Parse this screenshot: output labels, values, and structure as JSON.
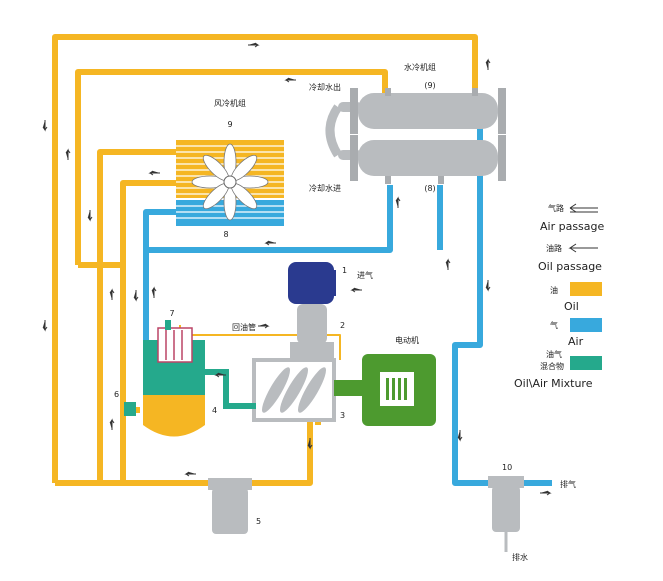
{
  "colors": {
    "oil": "#f5b623",
    "air": "#38a9dd",
    "mixture": "#25a98c",
    "motor": "#4d9a2f",
    "inlet": "#2a3a8f",
    "component": "#b9bcbf",
    "fan": "#ffffff"
  },
  "labels": {
    "water_cooler": "水冷机组",
    "water_cooler_num": "(9)",
    "cooling_water_out": "冷却水出",
    "cooling_water_in": "冷却水进",
    "water_cooler_num_b": "(8)",
    "air_cooler": "风冷机组",
    "fan_num_9": "9",
    "fan_num_8": "8",
    "intake_num": "1",
    "intake": "进气",
    "valve_num": "2",
    "compressor_num": "3",
    "motor": "电动机",
    "separator_num_7": "7",
    "return_oil": "回油管",
    "separator_num_4": "4",
    "filter_num_6": "6",
    "oil_filter_num": "5",
    "outlet_num": "10",
    "exhaust": "排气",
    "drain": "排水"
  },
  "legend": [
    {
      "cn": "气路",
      "en": "Air passage",
      "kind": "arrow"
    },
    {
      "cn": "油路",
      "en": "Oil passage",
      "kind": "arrow"
    },
    {
      "cn": "油",
      "en": "Oil",
      "kind": "oil"
    },
    {
      "cn": "气",
      "en": "Air",
      "kind": "air"
    },
    {
      "cn": "油气\n混合物",
      "en": "Oil\\Air Mixture",
      "kind": "mixture"
    }
  ],
  "legend_text": {
    "air_cn": "气路",
    "air_en": "Air passage",
    "oil_path_cn": "油路",
    "oil_path_en": "Oil passage",
    "oil_cn": "油",
    "oil_en": "Oil",
    "air_sw_cn": "气",
    "air_sw_en": "Air",
    "mix_cn_1": "油气",
    "mix_cn_2": "混合物",
    "mix_en": "Oil\\Air Mixture"
  }
}
